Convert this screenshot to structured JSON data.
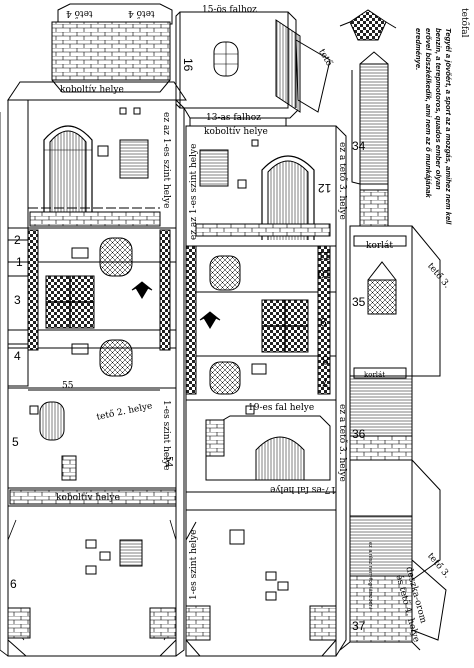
{
  "labels": {
    "teto_top_left": "tető 4",
    "teto_top_right": "tető 4",
    "fal15": "15-ös falhoz",
    "teto_small": "tető",
    "fal13": "13-as falhoz",
    "n16": "16",
    "koboltiv_1": "koboltív helye",
    "koboltiv_2": "koboltív helye",
    "koboltiv_3": "koboltív helye",
    "ez_az_1_1": "ez az 1-es szint helye",
    "ez_az_1_2": "ez az 1-es szint helye",
    "ez_az_1_3": "1-es szint helye",
    "ez_az_1_4": "1-es szint helye",
    "ez_a_teto3_1": "ez a tető 3. helye",
    "ez_a_teto3_2": "ez a tető 3. helye",
    "teto3": "tető 3.",
    "teto3b": "tető 3.",
    "teto2": "tető 2. helye",
    "fal19": "19-es fal helye",
    "fal17": "17-es fal helye",
    "korlat1": "korlát",
    "korlat2": "korlát",
    "deszka": "deszka-orom",
    "es_teto4": "és tető 4. helye",
    "nem_fog": "ez a rész nem fog látszódni",
    "n1": "1",
    "n2": "2",
    "n3": "3",
    "n4": "4",
    "n5": "5",
    "n6": "6",
    "n7": "7",
    "n8": "8",
    "n9": "9",
    "n10": "10",
    "n11": "11",
    "n12": "12",
    "n34": "34",
    "n35": "35",
    "n36": "36",
    "n37": "37",
    "n54": "54",
    "n55": "55",
    "tetofal": "tetőfal"
  },
  "note": {
    "line1": "Tegyél a jövőért, a sport az a mozgás, amihez nem kell",
    "line2": "benzin, a terepmotoros, quados ember olyan",
    "line3": "erővel büszkélkedik, ami nem az ő munkájának",
    "line4": "eredménye."
  }
}
